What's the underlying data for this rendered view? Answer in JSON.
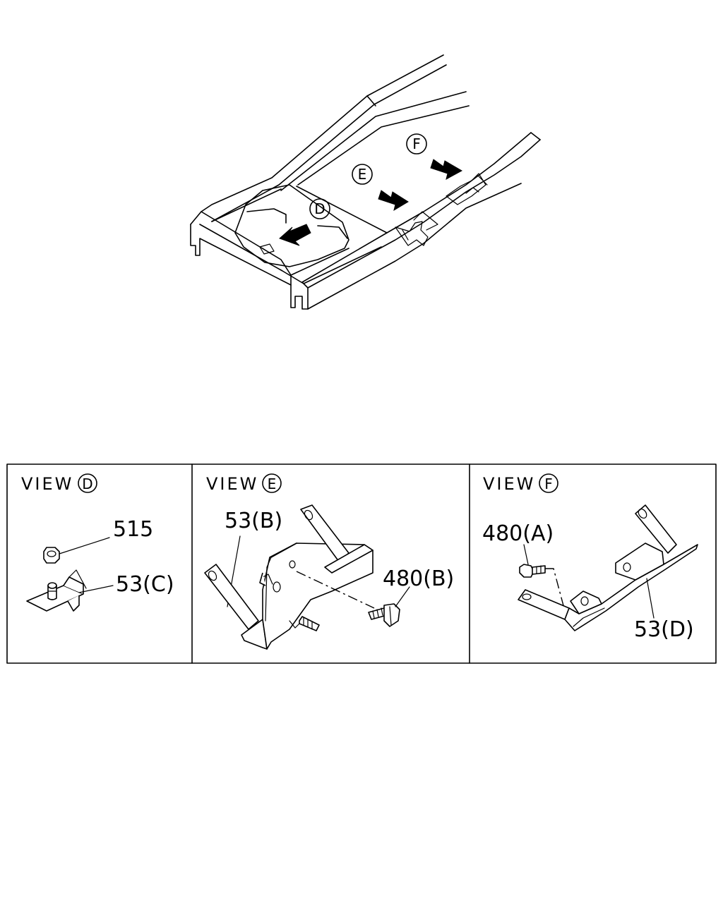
{
  "overview": {
    "callouts": [
      {
        "letter": "D"
      },
      {
        "letter": "E"
      },
      {
        "letter": "F"
      }
    ]
  },
  "panels": [
    {
      "view_text": "VIEW",
      "view_letter": "D",
      "parts": [
        {
          "label": "515"
        },
        {
          "label": "53(C)"
        }
      ]
    },
    {
      "view_text": "VIEW",
      "view_letter": "E",
      "parts": [
        {
          "label": "53(B)"
        },
        {
          "label": "480(B)"
        }
      ]
    },
    {
      "view_text": "VIEW",
      "view_letter": "F",
      "parts": [
        {
          "label": "480(A)"
        },
        {
          "label": "53(D)"
        }
      ]
    }
  ]
}
